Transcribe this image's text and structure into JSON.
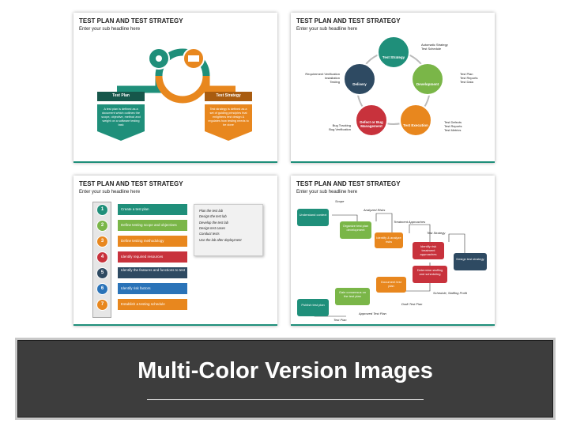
{
  "slides": [
    {
      "title": "TEST PLAN AND TEST STRATEGY",
      "subtitle": "Enter your sub headline here",
      "plan_label": "Test Plan",
      "strategy_label": "Test Strategy",
      "plan_text": "A test plan is defined as a document which outlines the scope, objective, method and weight on a software testing task",
      "strategy_text": "Test strategy is defined as a set of guiding principles that enlightens test design & regulates how testing needs to be done"
    },
    {
      "title": "TEST PLAN AND TEST STRATEGY",
      "subtitle": "Enter your sub headline here",
      "nodes": [
        "Test Strategy",
        "Development",
        "Test Execution",
        "Defect or Bug Management",
        "Delivery"
      ],
      "notes": {
        "strategy": [
          "Automatic Strategy",
          "Test Schedule"
        ],
        "development": [
          "Test Plan",
          "Test Reports",
          "Test Data"
        ],
        "execution": [
          "Test Defects",
          "Test Reports",
          "Test Metrics"
        ],
        "defect": [
          "Bug Tracking",
          "Bug Verification"
        ],
        "delivery": [
          "Requirement Verification",
          "Installation",
          "Testing"
        ]
      }
    },
    {
      "title": "TEST PLAN AND TEST STRATEGY",
      "subtitle": "Enter your sub headline here",
      "steps": [
        {
          "n": "1",
          "label": "Create a test plan"
        },
        {
          "n": "2",
          "label": "Define testing scope and objectives"
        },
        {
          "n": "3",
          "label": "Define testing methodology"
        },
        {
          "n": "4",
          "label": "Identify required resources"
        },
        {
          "n": "5",
          "label": "Identify the features and functions to test"
        },
        {
          "n": "6",
          "label": "Identify risk factors"
        },
        {
          "n": "7",
          "label": "Establish a testing schedule"
        }
      ],
      "note_items": [
        "Plan the test lab",
        "Design the test lab",
        "Develop the test lab",
        "Design test cases",
        "Conduct tests",
        "Use the lab after deployment"
      ]
    },
    {
      "title": "TEST PLAN AND TEST STRATEGY",
      "subtitle": "Enter your sub headline here",
      "boxes": [
        "Understand context",
        "Organize test plan development",
        "Identify & analyze risks",
        "Identify risk treatment approaches",
        "Design test strategy",
        "Determine staffing and scheduling",
        "Document test plan",
        "Gain consensus on the test plan",
        "Publish test plan"
      ],
      "labels": [
        "Scope",
        "Analyzed Risks",
        "Treatment Approaches",
        "Test Strategy",
        "Schedule, Staffing Profit",
        "Draft Test Plan",
        "Approved Test Plan",
        "Test Plan"
      ]
    }
  ],
  "banner": {
    "text": "Multi-Color Version Images"
  },
  "colors": {
    "teal": "#1f8f7a",
    "orange": "#e8871e",
    "green": "#7ab648",
    "navy": "#2e4a62",
    "red": "#c8323c",
    "blue": "#2a73b8",
    "dark": "#3d3d3d"
  }
}
